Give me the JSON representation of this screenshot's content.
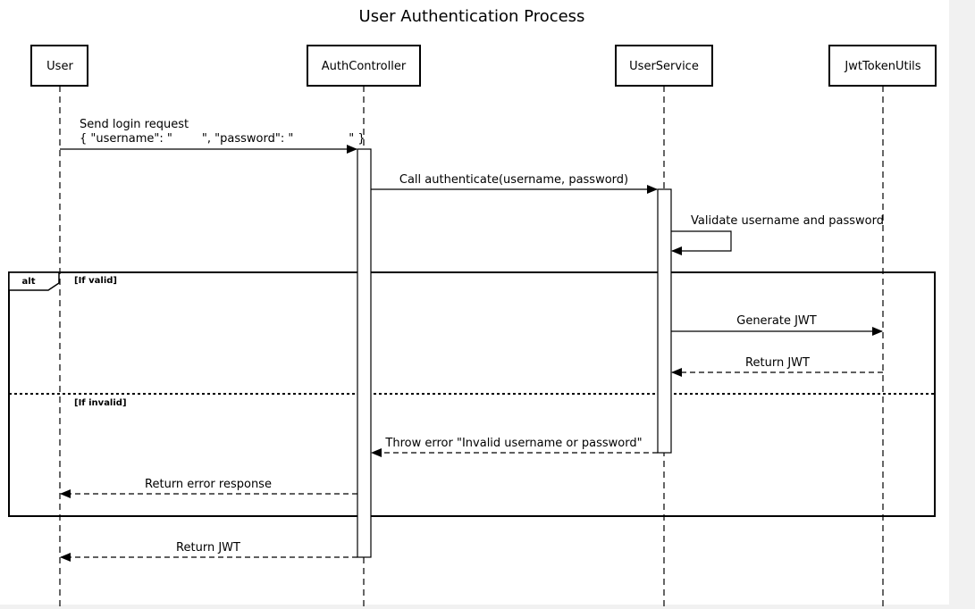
{
  "diagram": {
    "title": "User Authentication Process",
    "participants": [
      {
        "id": "user",
        "label": "User"
      },
      {
        "id": "auth",
        "label": "AuthController"
      },
      {
        "id": "service",
        "label": "UserService"
      },
      {
        "id": "jwt",
        "label": "JwtTokenUtils"
      }
    ],
    "messages": {
      "login_request_line1": "Send login request",
      "login_request_line2": "{ \"username\": \"        \", \"password\": \"               \" }",
      "call_authenticate": "Call authenticate(username, password)",
      "validate": "Validate username and password",
      "generate_jwt": "Generate JWT",
      "return_jwt_internal": "Return JWT",
      "throw_error": "Throw error \"Invalid username or password\"",
      "return_error": "Return error response",
      "return_jwt_final": "Return JWT"
    },
    "fragment": {
      "operator": "alt",
      "guard_valid": "[If valid]",
      "guard_invalid": "[If invalid]"
    }
  }
}
